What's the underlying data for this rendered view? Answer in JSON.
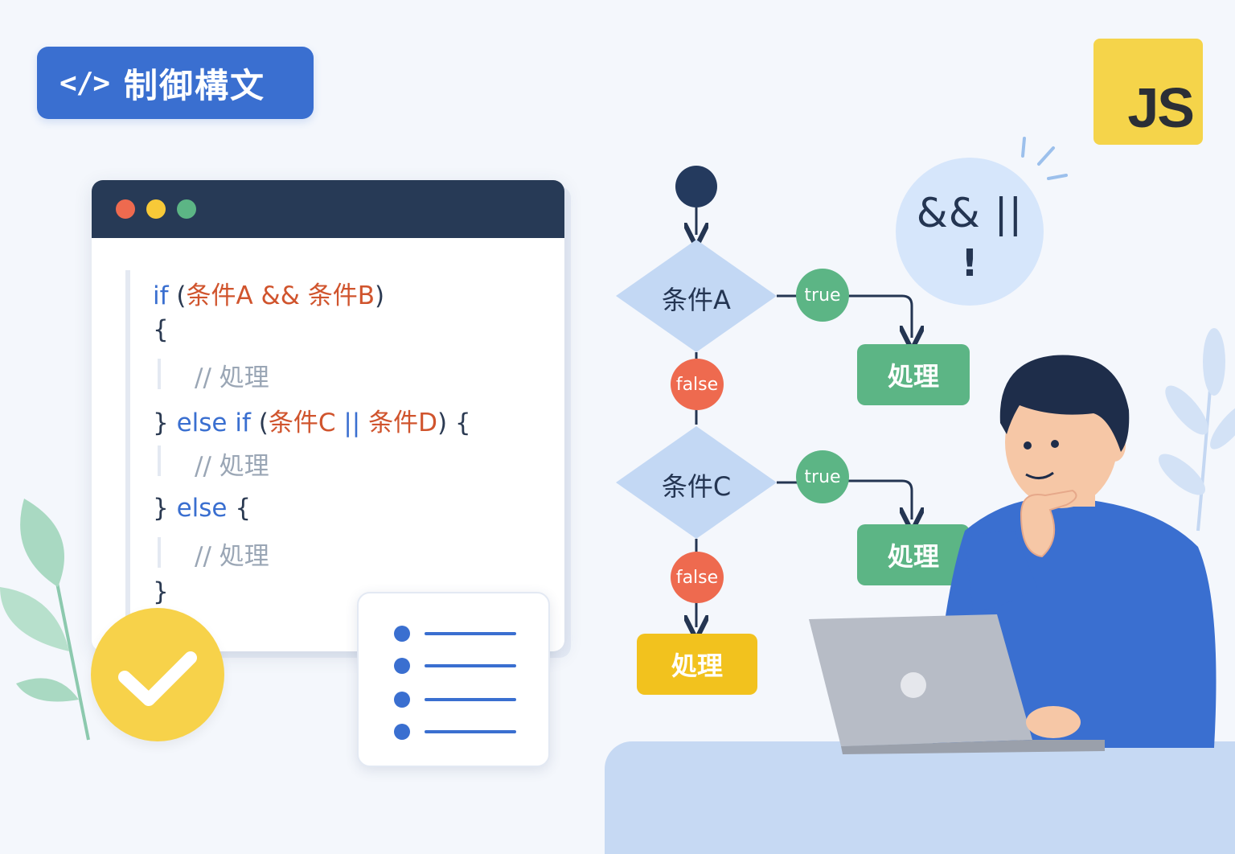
{
  "title": {
    "icon": "code-icon",
    "text": "制御構文"
  },
  "badge": {
    "text": "JS"
  },
  "code": {
    "line1": {
      "kw": "if",
      "open": " (",
      "c1": "条件A",
      "op": " && ",
      "c2": "条件B",
      "close": ")"
    },
    "line2": "{",
    "line3": "// 処理",
    "line4": {
      "brace": "} ",
      "kw": "else if",
      "open": " (",
      "c1": "条件C",
      "op": " || ",
      "c2": "条件D",
      "close": ") {"
    },
    "line5": "// 処理",
    "line6": {
      "brace": "} ",
      "kw": "else",
      "close": " {"
    },
    "line7": "// 処理",
    "line8": "}"
  },
  "logic": {
    "ops": "&& ||",
    "not": "!"
  },
  "flow": {
    "diamond_a": "条件A",
    "diamond_c": "条件C",
    "true_label": "true",
    "false_label": "false",
    "process_label": "処理"
  },
  "colors": {
    "primary": "#3a6fd0",
    "navy": "#273a56",
    "green": "#5cb585",
    "red": "#ee6a4f",
    "yellow": "#f2c21e",
    "diamond": "#c3d8f4"
  }
}
